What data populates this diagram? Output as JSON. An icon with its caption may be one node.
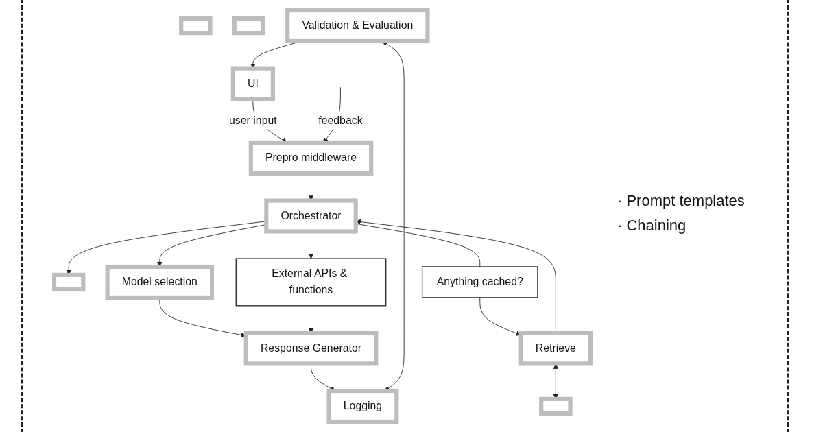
{
  "diagram": {
    "nodes": [
      {
        "text": [],
        "shape": "box"
      },
      {
        "text": [],
        "shape": "box"
      },
      {
        "text": [],
        "shape": "box"
      },
      {
        "text": [],
        "shape": "box"
      },
      {
        "text": [
          "UI"
        ]
      },
      {
        "text": [
          "Prepro middleware"
        ]
      },
      {
        "text": [
          "Orchestrator"
        ]
      },
      {
        "text": [
          "Anything cached?"
        ]
      },
      {
        "text": [
          "Retrieve"
        ]
      },
      {
        "text": [
          "Model selection"
        ]
      },
      {
        "text": [
          "External APIs & functions"
        ]
      },
      {
        "text": [
          "Response Generator"
        ]
      },
      {
        "text": [
          "Validation & Evaluation"
        ]
      },
      {
        "text": [
          "Logging"
        ]
      }
    ],
    "edges": [
      {
        "from": 4,
        "to": 5,
        "arrow": "to",
        "label": "user input"
      },
      {
        "from": null,
        "to": 5,
        "arrow": "to",
        "label": "feedback"
      },
      {
        "from": 5,
        "to": 6,
        "arrow": "to"
      },
      {
        "from": 6,
        "to": 0,
        "arrow": "to"
      },
      {
        "from": 6,
        "to": 7,
        "arrow": "none"
      },
      {
        "from": 7,
        "to": 8,
        "arrow": "to"
      },
      {
        "from": 8,
        "to": 3,
        "arrow": "both"
      },
      {
        "from": 8,
        "to": 6,
        "arrow": "to"
      },
      {
        "from": 6,
        "to": 9,
        "arrow": "to"
      },
      {
        "from": 6,
        "to": 10,
        "arrow": "to"
      },
      {
        "from": 9,
        "to": 11,
        "arrow": "to"
      },
      {
        "from": 10,
        "to": 11,
        "arrow": "to"
      },
      {
        "from": 11,
        "to": 13,
        "arrow": "to"
      },
      {
        "from": 12,
        "to": 13,
        "arrow": "both"
      },
      {
        "from": 12,
        "to": 4,
        "arrow": "to"
      }
    ],
    "labels": [
      "· Prompt templates",
      "· Chaining"
    ]
  }
}
